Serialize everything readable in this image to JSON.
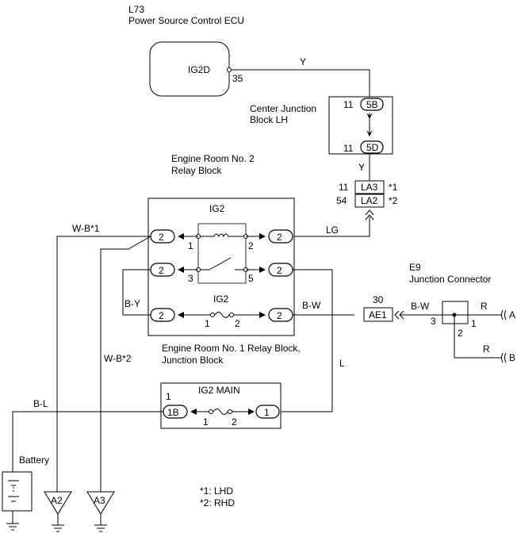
{
  "ecu": {
    "code": "L73",
    "name": "Power Source Control ECU",
    "terminal_name": "IG2D",
    "pin": "35",
    "wire": "Y"
  },
  "center_jb": {
    "name_line1": "Center Junction",
    "name_line2": "Block LH",
    "pin_top_num": "11",
    "pin_top": "5B",
    "pin_bot_num": "11",
    "pin_bot": "5D",
    "wire_out": "Y"
  },
  "relay2": {
    "name_line1": "Engine Room No. 2",
    "name_line2": "Relay Block"
  },
  "la_connectors": [
    {
      "num": "11",
      "label": "LA3",
      "note": "*1"
    },
    {
      "num": "54",
      "label": "LA2",
      "note": "*2"
    }
  ],
  "relay1": {
    "ig2_relay_label": "IG2",
    "ig2_fuse_label": "IG2",
    "name_line1": "Engine Room No. 1 Relay Block,",
    "name_line2": "Junction Block",
    "terminal": "2",
    "relay_pins": [
      "1",
      "2",
      "3",
      "5"
    ],
    "fuse_pins": [
      "1",
      "2"
    ]
  },
  "wires": {
    "lg": "LG",
    "wb1": "W-B*1",
    "wb2": "W-B*2",
    "by": "B-Y",
    "bw": "B-W",
    "bw2": "B-W",
    "l": "L",
    "bl": "B-L",
    "r1": "R",
    "r2": "R"
  },
  "ae1": {
    "num": "30",
    "label": "AE1"
  },
  "e9": {
    "code": "E9",
    "name": "Junction Connector",
    "pins": [
      "3",
      "1",
      "2"
    ],
    "to_a": "A",
    "to_b": "B"
  },
  "ig2_main": {
    "label": "IG2 MAIN",
    "pin_left_num": "1",
    "pin_left": "1B",
    "pin_right": "1",
    "fuse_pins": [
      "1",
      "2"
    ]
  },
  "battery": {
    "label": "Battery"
  },
  "grounds": [
    "A2",
    "A3"
  ],
  "notes": [
    "*1: LHD",
    "*2: RHD"
  ]
}
